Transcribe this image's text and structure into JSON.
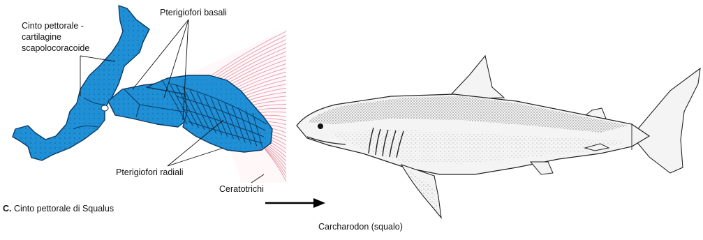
{
  "labels": {
    "girdle_line1": "Cinto pettorale -",
    "girdle_line2": "cartilagine",
    "girdle_line3": "scapolocoracoide",
    "basal": "Pterigiofori basali",
    "radial": "Pterigiofori radiali",
    "ceratotrichi": "Ceratotrichi",
    "caption_letter": "C.",
    "caption_text": "Cinto pettorale di Squalus",
    "shark_caption": "Carcharodon (squalo)"
  },
  "colors": {
    "cartilage": "#1f8fd6",
    "cartilage_outline": "#0b3b63",
    "fin_rays": "#e39aa8",
    "ink": "#111111",
    "shark_fill": "#f4f4f4"
  },
  "icons": {
    "arrow": "arrow-right-icon"
  }
}
